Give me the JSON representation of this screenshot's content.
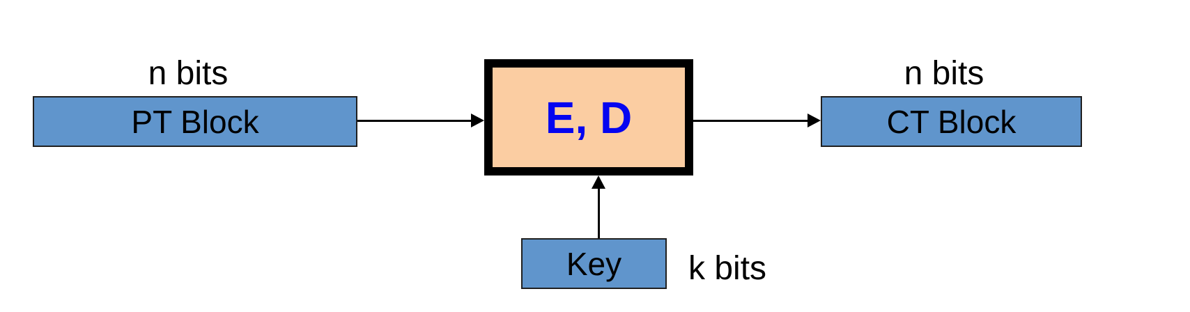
{
  "diagram": {
    "labels": {
      "pt_bits": "n bits",
      "ct_bits": "n bits",
      "key_bits": "k bits"
    },
    "blocks": {
      "pt": "PT Block",
      "cipher": "E, D",
      "ct": "CT Block",
      "key": "Key"
    },
    "colors": {
      "background": "#FFFFFF",
      "block_fill": "#6095CC",
      "block_border": "#1F1F1F",
      "cipher_fill": "#FBCDA2",
      "cipher_border": "#000000",
      "cipher_text": "#0505F0",
      "arrow": "#000000",
      "text": "#000000"
    }
  }
}
